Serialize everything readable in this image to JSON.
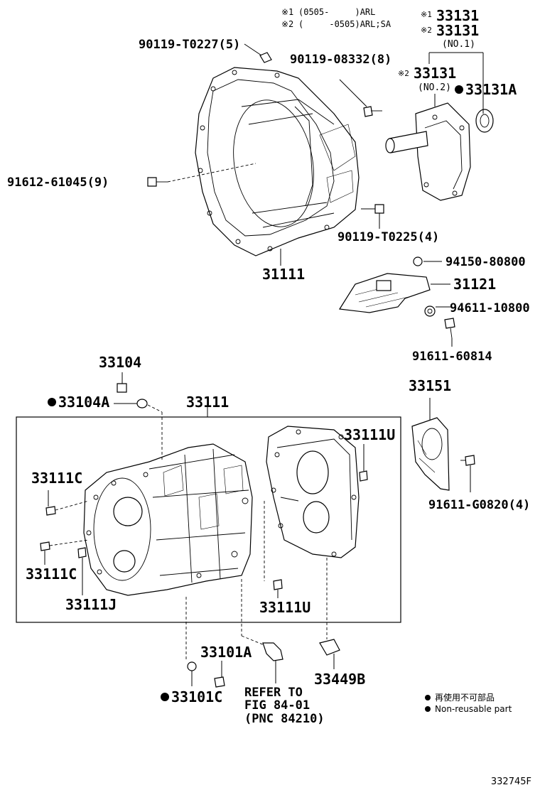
{
  "notes": {
    "note1_mark": "※1",
    "note1_text": "(0505-     )ARL",
    "note2_mark": "※2",
    "note2_text": "(     -0505)ARL;SA"
  },
  "labels": {
    "p90119_T0227": "90119-T0227(5)",
    "p90119_08332": "90119-08332(8)",
    "p33131_a": "33131",
    "p33131_a_mark": "※1",
    "p33131_b": "33131",
    "p33131_b_mark": "※2",
    "p33131_no1": "(NO.1)",
    "p33131_c": "33131",
    "p33131_c_mark": "※2",
    "p33131_no2": "(NO.2)",
    "p33131A": "33131A",
    "p91612_61045": "91612-61045(9)",
    "p90119_T0225": "90119-T0225(4)",
    "p31111": "31111",
    "p94150_80800": "94150-80800",
    "p31121": "31121",
    "p94611_10800": "94611-10800",
    "p91611_60814": "91611-60814",
    "p33104": "33104",
    "p33104A": "33104A",
    "p33111": "33111",
    "p33151": "33151",
    "p33111U_top": "33111U",
    "p33111C_top": "33111C",
    "p33111C_bot": "33111C",
    "p33111J": "33111J",
    "p33111U_bot": "33111U",
    "p91611_G0820": "91611-G0820(4)",
    "p33101A": "33101A",
    "p33101C": "33101C",
    "p33449B": "33449B",
    "refer_line1": "REFER TO",
    "refer_line2": "FIG 84-01",
    "refer_line3": "(PNC 84210)"
  },
  "legend": {
    "jp": "再使用不可部品",
    "en": "Non-reusable part"
  },
  "diagram_id": "332745F"
}
